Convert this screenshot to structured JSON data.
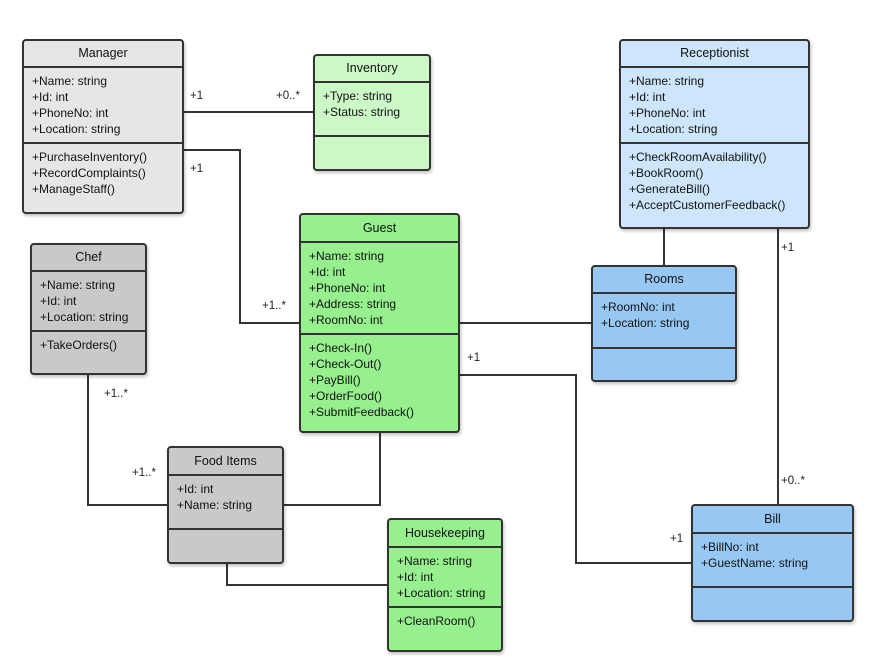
{
  "classes": {
    "manager": {
      "name": "Manager",
      "attributes": [
        "+Name: string",
        "+Id: int",
        "+PhoneNo: int",
        "+Location: string"
      ],
      "methods": [
        "+PurchaseInventory()",
        "+RecordComplaints()",
        "+ManageStaff()"
      ]
    },
    "inventory": {
      "name": "Inventory",
      "attributes": [
        "+Type: string",
        "+Status: string"
      ],
      "methods": []
    },
    "receptionist": {
      "name": "Receptionist",
      "attributes": [
        "+Name: string",
        "+Id: int",
        "+PhoneNo: int",
        "+Location: string"
      ],
      "methods": [
        "+CheckRoomAvailability()",
        "+BookRoom()",
        "+GenerateBill()",
        "+AcceptCustomerFeedback()"
      ]
    },
    "chef": {
      "name": "Chef",
      "attributes": [
        "+Name: string",
        "+Id: int",
        "+Location: string"
      ],
      "methods": [
        "+TakeOrders()"
      ]
    },
    "guest": {
      "name": "Guest",
      "attributes": [
        "+Name: string",
        "+Id: int",
        "+PhoneNo: int",
        "+Address: string",
        "+RoomNo: int"
      ],
      "methods": [
        "+Check-In()",
        "+Check-Out()",
        "+PayBill()",
        "+OrderFood()",
        "+SubmitFeedback()"
      ]
    },
    "rooms": {
      "name": "Rooms",
      "attributes": [
        "+RoomNo: int",
        "+Location: string"
      ],
      "methods": []
    },
    "food_items": {
      "name": "Food Items",
      "attributes": [
        "+Id: int",
        "+Name: string"
      ],
      "methods": []
    },
    "housekeeping": {
      "name": "Housekeeping",
      "attributes": [
        "+Name: string",
        "+Id: int",
        "+Location: string"
      ],
      "methods": [
        "+CleanRoom()"
      ]
    },
    "bill": {
      "name": "Bill",
      "attributes": [
        "+BillNo: int",
        "+GuestName: string"
      ],
      "methods": []
    }
  },
  "multiplicities": {
    "manager_inventory_manager_end": "+1",
    "manager_inventory_inventory_end": "+0..*",
    "manager_guest_manager_end": "+1",
    "manager_guest_guest_end": "+1..*",
    "chef_food_chef_end": "+1..*",
    "chef_food_food_end": "+1..*",
    "guest_bill_guest_end": "+1",
    "guest_bill_bill_end": "+1",
    "receptionist_bill_receptionist_end": "+1",
    "receptionist_bill_bill_end": "+0..*"
  },
  "colors": {
    "gray": "#e6e6e6",
    "dark_gray": "#c9c9c9",
    "light_green": "#ccf7c6",
    "green": "#95f08d",
    "light_blue": "#cde6fb",
    "blue": "#96c8f3",
    "line": "#333333"
  }
}
